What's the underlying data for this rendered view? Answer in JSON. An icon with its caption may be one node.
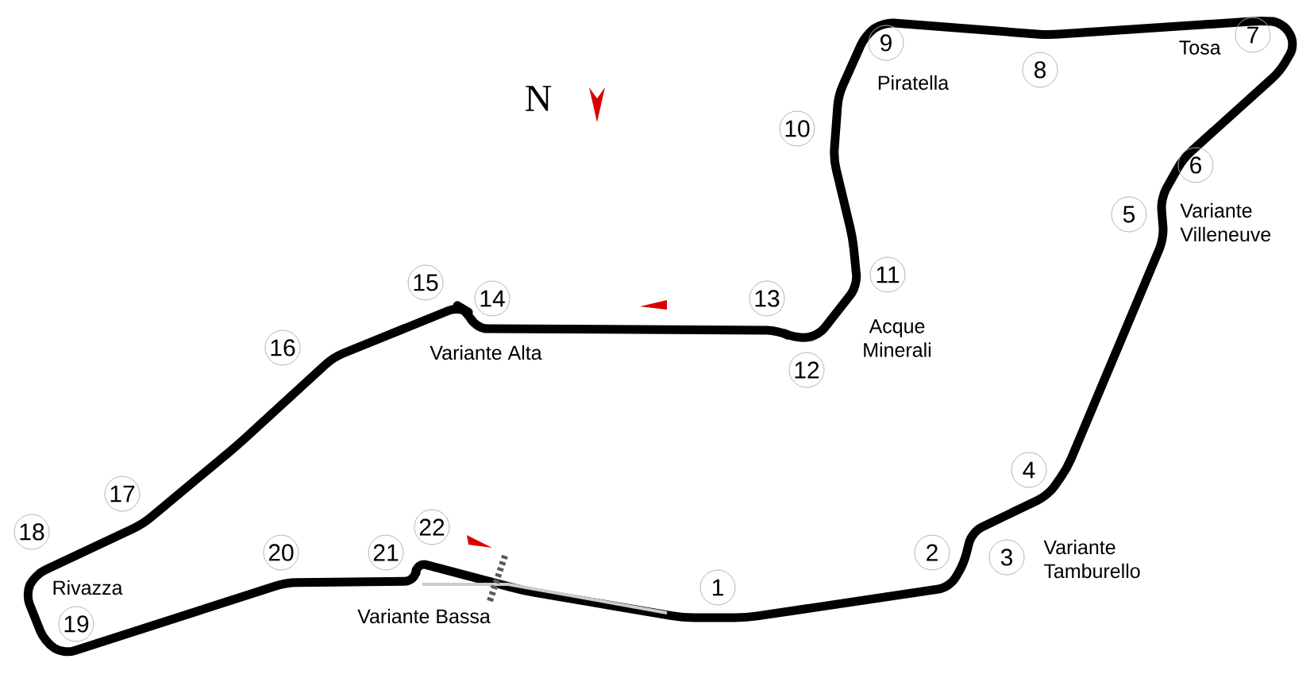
{
  "diagram": {
    "nodes": [
      {
        "text": [
          "1"
        ]
      },
      {
        "text": [
          "2"
        ]
      },
      {
        "text": [
          "3"
        ]
      },
      {
        "text": [
          "4"
        ]
      },
      {
        "text": [
          "5"
        ]
      },
      {
        "text": [
          "6"
        ]
      },
      {
        "text": [
          "7"
        ]
      },
      {
        "text": [
          "8"
        ]
      },
      {
        "text": [
          "9"
        ]
      },
      {
        "text": [
          "10"
        ]
      },
      {
        "text": [
          "11"
        ]
      },
      {
        "text": [
          "12"
        ]
      },
      {
        "text": [
          "13"
        ]
      },
      {
        "text": [
          "14"
        ]
      },
      {
        "text": [
          "15"
        ]
      },
      {
        "text": [
          "16"
        ]
      },
      {
        "text": [
          "17"
        ]
      },
      {
        "text": [
          "18"
        ]
      },
      {
        "text": [
          "19"
        ]
      },
      {
        "text": [
          "20"
        ]
      },
      {
        "text": [
          "21"
        ]
      },
      {
        "text": [
          "22"
        ]
      }
    ],
    "labels": [
      "Tosa",
      "Piratella",
      "N",
      "Variante Villeneuve",
      "Acque Minerali",
      "Variante Alta",
      "Variante Tamburello",
      "Rivazza",
      "Variante Bassa"
    ]
  }
}
